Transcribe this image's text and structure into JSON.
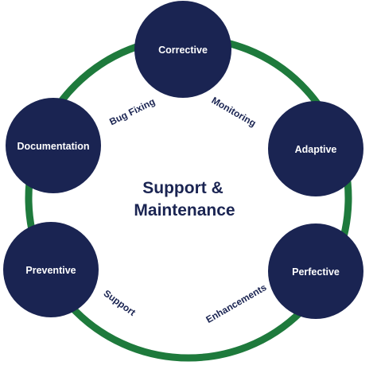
{
  "diagram": {
    "center_title": {
      "line1": "Support &",
      "line2": "Maintenance"
    },
    "nodes": [
      {
        "label": "Corrective"
      },
      {
        "label": "Documentation"
      },
      {
        "label": "Adaptive"
      },
      {
        "label": "Preventive"
      },
      {
        "label": "Perfective"
      }
    ],
    "edge_labels": [
      {
        "label": "Bug Fixing"
      },
      {
        "label": "Monitoring"
      },
      {
        "label": "Support"
      },
      {
        "label": "Enhancements"
      }
    ],
    "colors": {
      "ring": "#1e7a3c",
      "node_fill": "#1a2452",
      "node_text": "#ffffff",
      "label_text": "#1a2452",
      "background": "#ffffff"
    }
  }
}
